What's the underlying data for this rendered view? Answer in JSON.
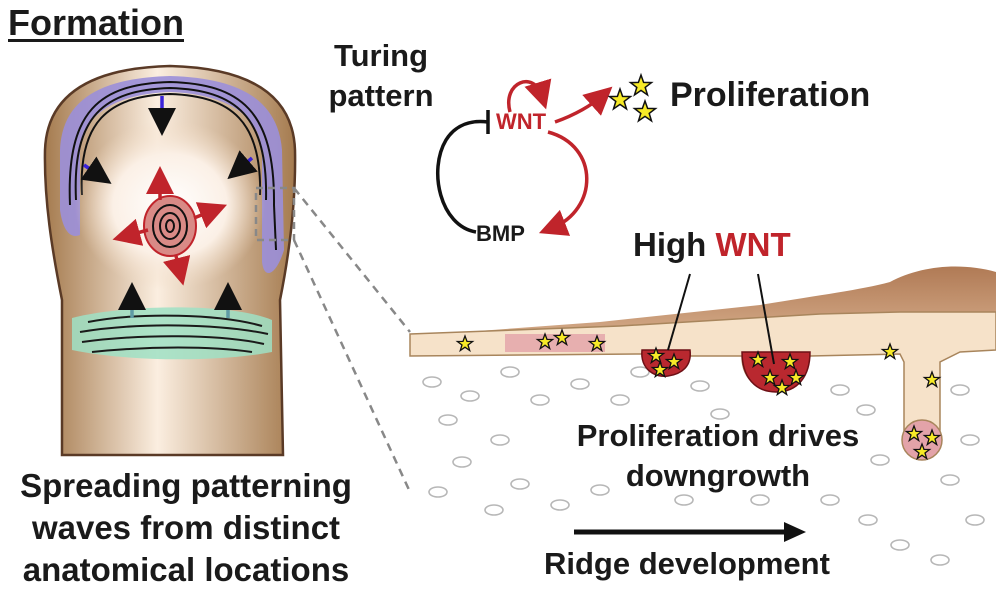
{
  "title": "Formation",
  "caption": {
    "lines": [
      "Spreading patterning",
      "waves from distinct",
      "anatomical locations"
    ]
  },
  "turing_label": {
    "lines": [
      "Turing",
      "pattern"
    ]
  },
  "nodes": {
    "wnt": "WNT",
    "bmp": "BMP"
  },
  "proliferation_label": "Proliferation",
  "high_wnt": {
    "prefix": "High",
    "highlight": "WNT"
  },
  "drives_label": {
    "lines": [
      "Proliferation drives",
      "downgrowth"
    ]
  },
  "ridge_label": "Ridge development",
  "colors": {
    "wnt_red": "#c0242b",
    "purple_band": "#9b8fd9",
    "teal_band": "#9fe0c4",
    "skin": "#c9a27e",
    "epidermis": "#f6e2c9",
    "star": "#f7ea27",
    "arrow_blue": "#3b23d9",
    "arrow_teal": "#5f9ba5"
  },
  "icons": [
    "star-icon",
    "arrow-icon",
    "fingertip-illustration",
    "epidermis-cross-section"
  ]
}
